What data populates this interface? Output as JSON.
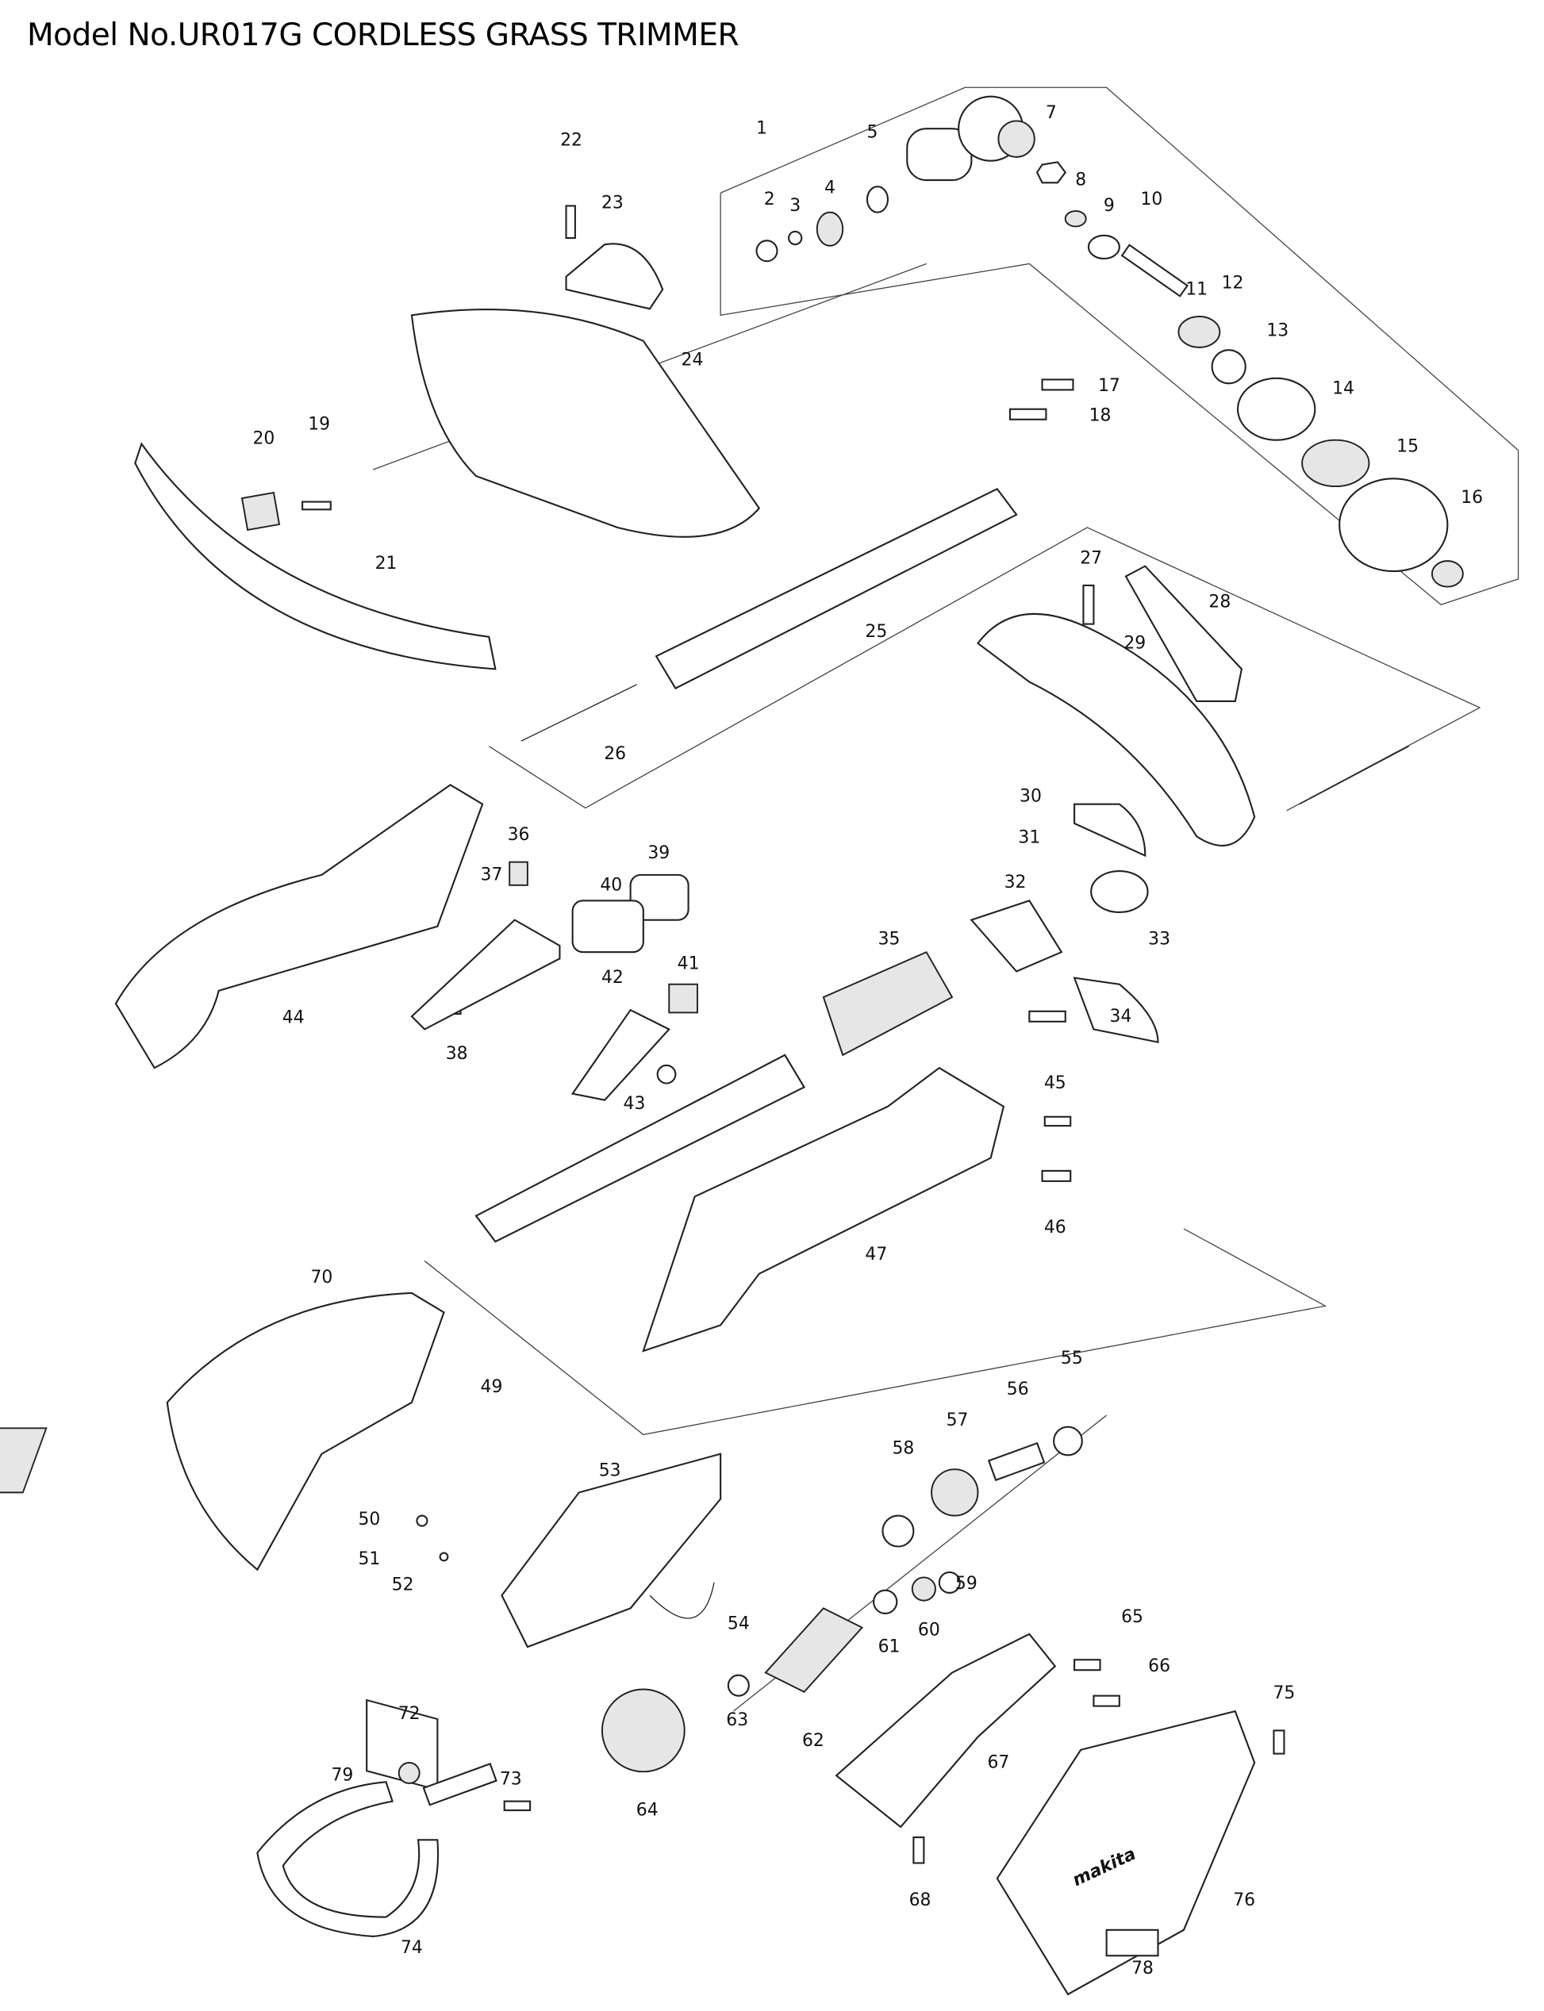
{
  "title": "Model No.UR017G CORDLESS GRASS TRIMMER",
  "diagram": {
    "type": "exploded-parts-diagram",
    "part_numbers": [
      "1",
      "2",
      "3",
      "4",
      "5",
      "7",
      "8",
      "9",
      "10",
      "11",
      "12",
      "13",
      "14",
      "15",
      "16",
      "17",
      "18",
      "19",
      "20",
      "21",
      "22",
      "23",
      "24",
      "25",
      "26",
      "27",
      "28",
      "29",
      "30",
      "31",
      "32",
      "33",
      "34",
      "35",
      "36",
      "37",
      "38",
      "39",
      "40",
      "41",
      "42",
      "43",
      "44",
      "45",
      "46",
      "47",
      "49",
      "50",
      "51",
      "52",
      "53",
      "54",
      "55",
      "56",
      "57",
      "58",
      "59",
      "60",
      "61",
      "62",
      "63",
      "64",
      "65",
      "66",
      "67",
      "68",
      "70",
      "72",
      "73",
      "74",
      "75",
      "76",
      "78",
      "79"
    ],
    "brand_logo": "makita"
  }
}
